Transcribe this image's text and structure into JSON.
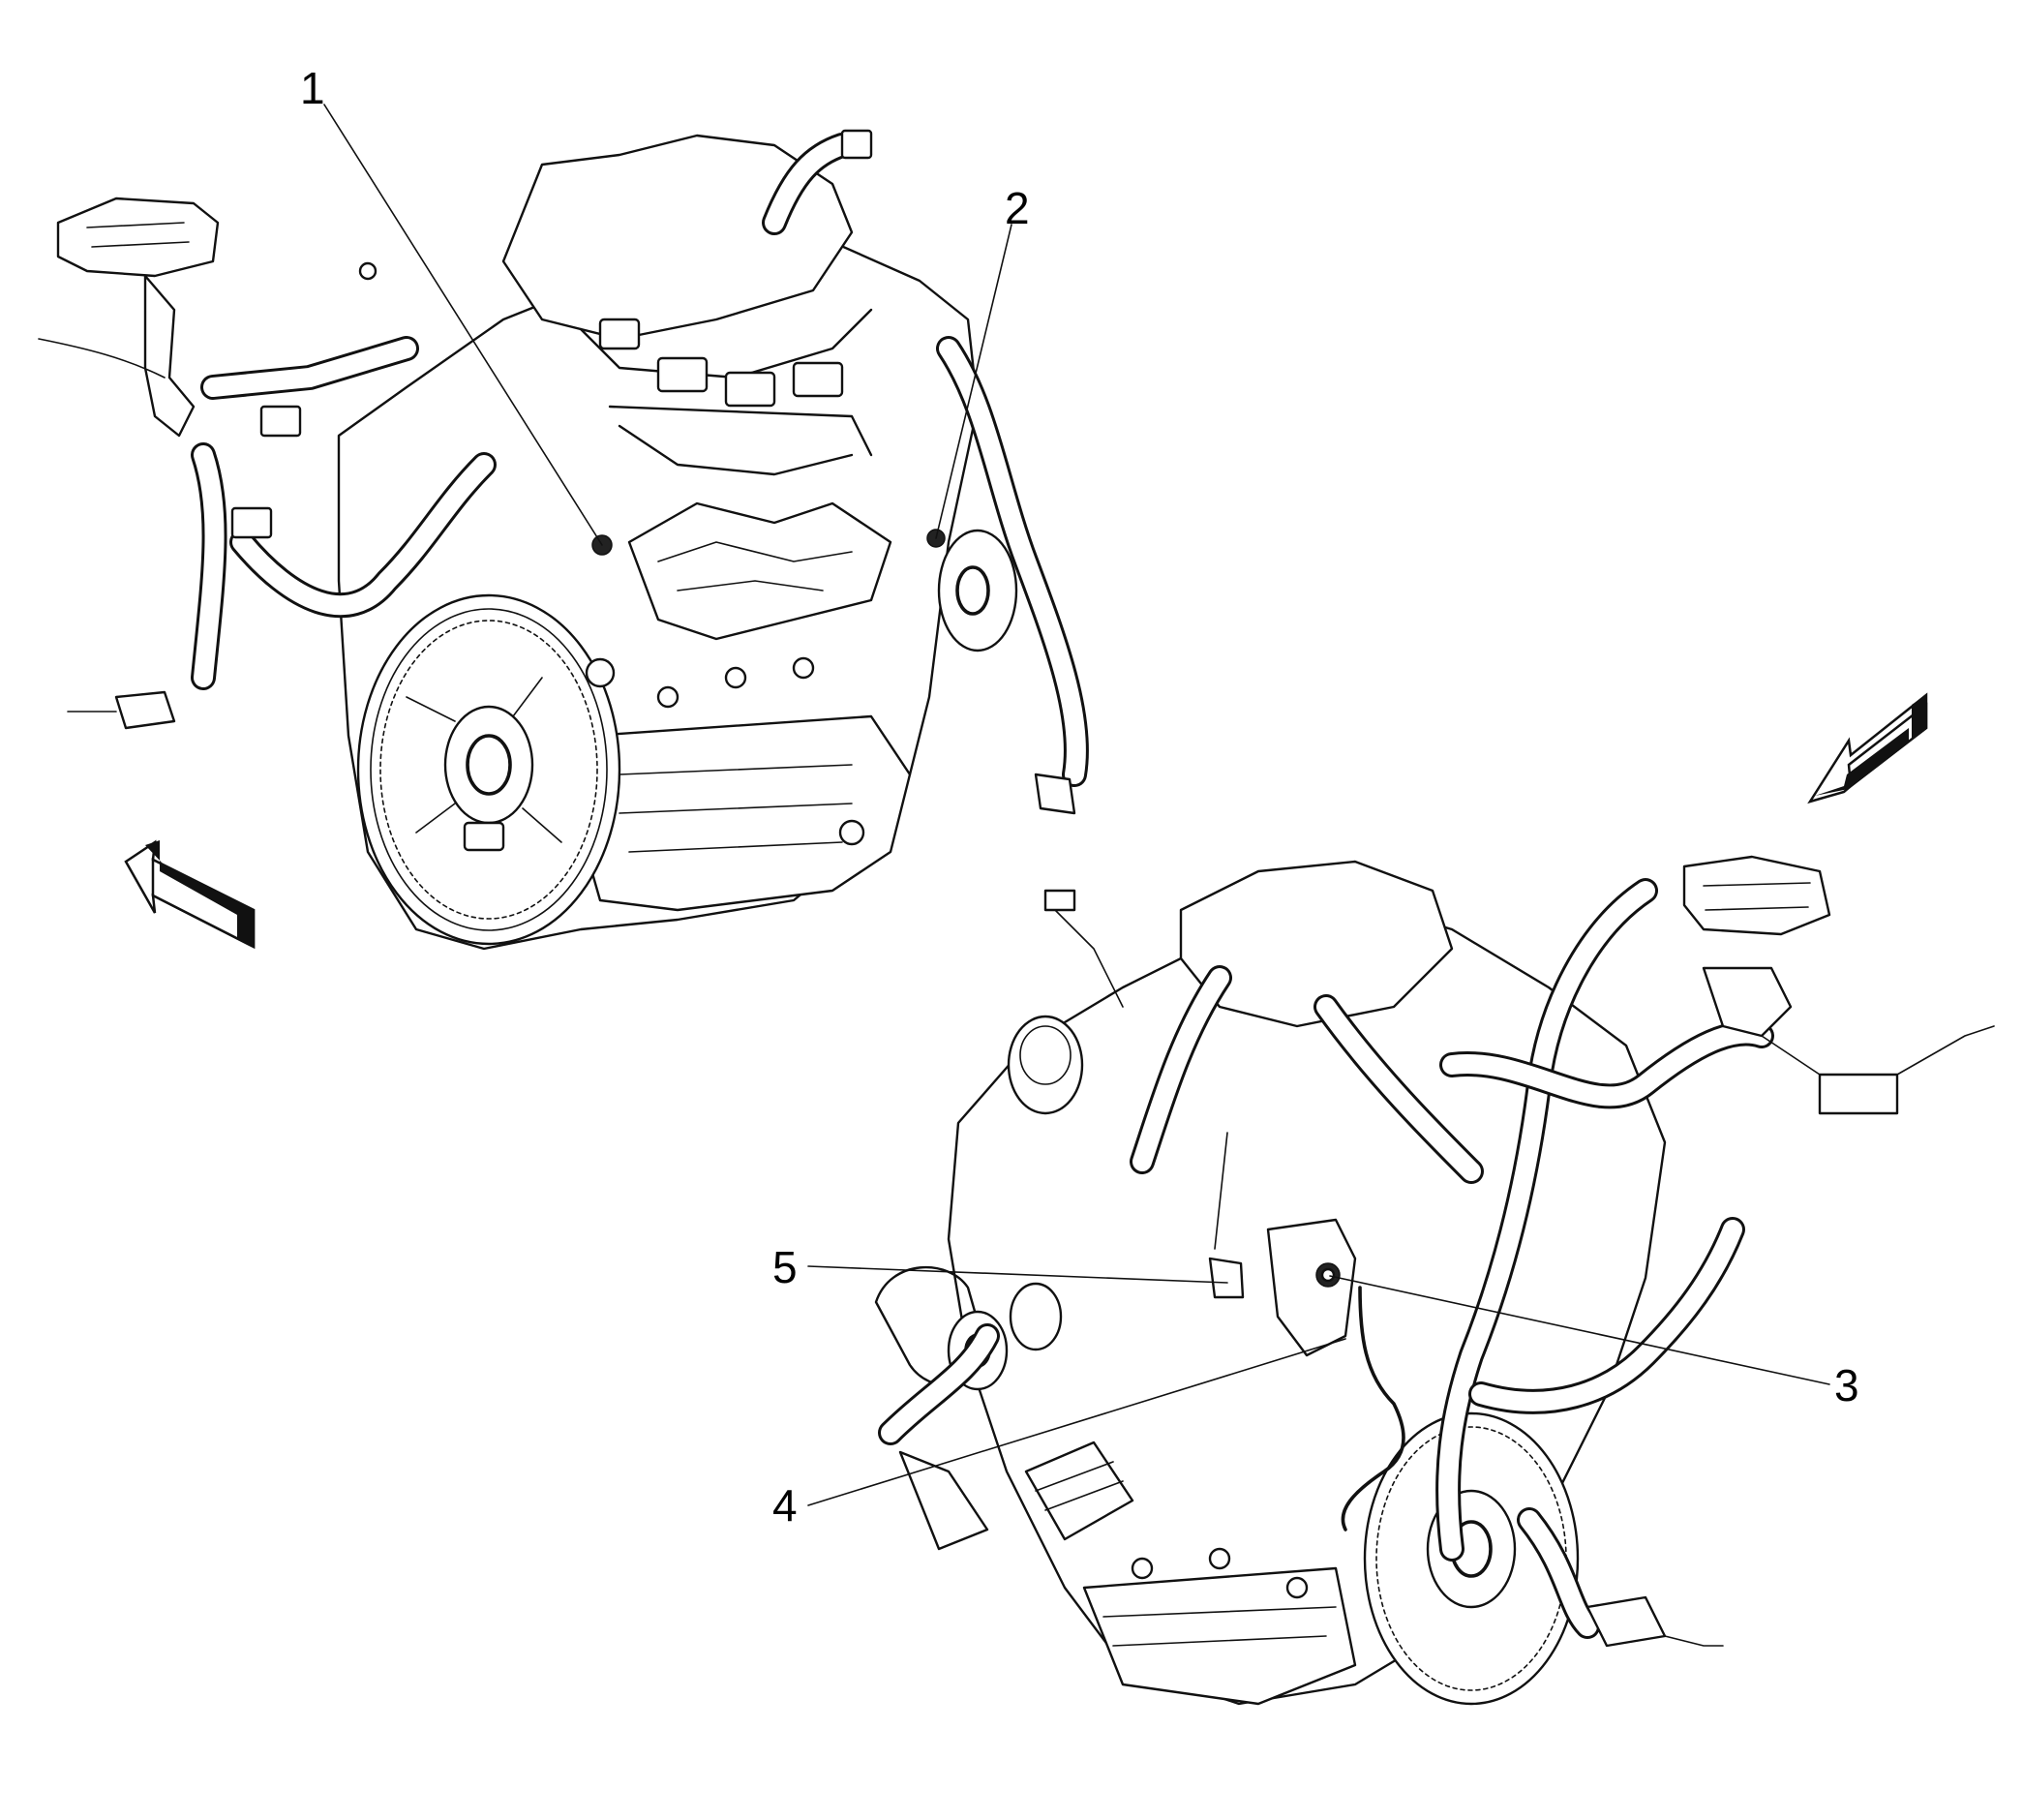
{
  "callouts": [
    {
      "id": "1",
      "label": "1"
    },
    {
      "id": "2",
      "label": "2"
    },
    {
      "id": "3",
      "label": "3"
    },
    {
      "id": "4",
      "label": "4"
    },
    {
      "id": "5",
      "label": "5"
    }
  ],
  "views": [
    {
      "name": "upper-engine-view",
      "icon": "view-direction-arrow-icon"
    },
    {
      "name": "lower-engine-view",
      "icon": "view-direction-arrow-icon"
    }
  ],
  "colors": {
    "line": "#111111",
    "background": "#ffffff"
  }
}
